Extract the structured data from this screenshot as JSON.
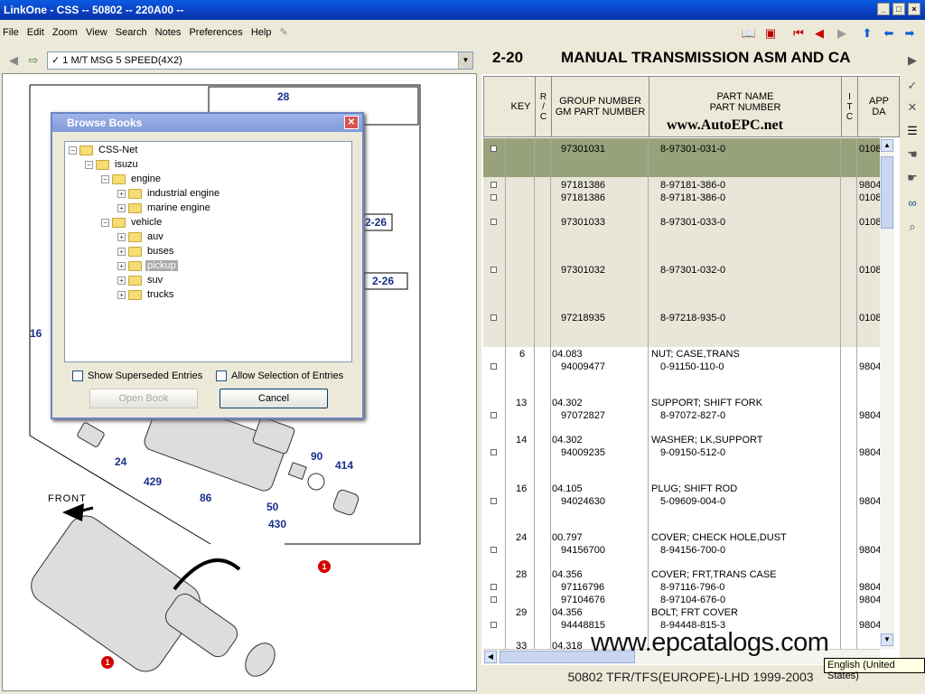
{
  "window": {
    "title": "LinkOne - CSS -- 50802 -- 220A00 --"
  },
  "menu": [
    "File",
    "Edit",
    "Zoom",
    "View",
    "Search",
    "Notes",
    "Preferences",
    "Help"
  ],
  "combo": {
    "value": "✓ 1 M/T MSG 5 SPEED(4X2)"
  },
  "section": {
    "number": "2-20",
    "title": "MANUAL TRANSMISSION ASM AND CA"
  },
  "columns": {
    "key": "KEY",
    "rc": "R / C",
    "group": "GROUP NUMBER\nGM PART NUMBER",
    "part": "PART NAME\nPART NUMBER",
    "itc": "I T C",
    "app": "APP\nDA"
  },
  "watermark_top": "www.AutoEPC.net",
  "rows": [
    {
      "key": "",
      "group": "",
      "gm": "97301031",
      "name": "",
      "num": "8-97301-031-0",
      "app": "0108"
    },
    {
      "key": "",
      "group": "",
      "gm": "97181386",
      "name": "",
      "num": "8-97181-386-0",
      "app": "9804"
    },
    {
      "key": "",
      "group": "",
      "gm": "97181386",
      "name": "",
      "num": "8-97181-386-0",
      "app": "0108"
    },
    {
      "key": "",
      "group": "",
      "gm": "97301033",
      "name": "",
      "num": "8-97301-033-0",
      "app": "0108"
    },
    {
      "key": "",
      "group": "",
      "gm": "97301032",
      "name": "",
      "num": "8-97301-032-0",
      "app": "0108"
    },
    {
      "key": "",
      "group": "",
      "gm": "97218935",
      "name": "",
      "num": "8-97218-935-0",
      "app": "0108"
    },
    {
      "key": "6",
      "group": "04.083",
      "gm": "94009477",
      "name": "NUT; CASE,TRANS",
      "num": "0-91150-110-0",
      "app": "9804"
    },
    {
      "key": "13",
      "group": "04.302",
      "gm": "97072827",
      "name": "SUPPORT; SHIFT FORK",
      "num": "8-97072-827-0",
      "app": "9804"
    },
    {
      "key": "14",
      "group": "04.302",
      "gm": "94009235",
      "name": "WASHER; LK,SUPPORT",
      "num": "9-09150-512-0",
      "app": "9804"
    },
    {
      "key": "16",
      "group": "04.105",
      "gm": "94024630",
      "name": "PLUG; SHIFT ROD",
      "num": "5-09609-004-0",
      "app": "9804"
    },
    {
      "key": "24",
      "group": "00.797",
      "gm": "94156700",
      "name": "COVER; CHECK HOLE,DUST",
      "num": "8-94156-700-0",
      "app": "9804"
    },
    {
      "key": "28",
      "group": "04.356",
      "gm": "97116796",
      "name": "COVER; FRT,TRANS CASE",
      "num": "8-97116-796-0",
      "app": "9804"
    },
    {
      "key": "",
      "group": "",
      "gm": "97104676",
      "name": "",
      "num": "8-97104-676-0",
      "app": "9804"
    },
    {
      "key": "29",
      "group": "04.356",
      "gm": "94448815",
      "name": "BOLT; FRT COVER",
      "num": "8-94448-815-3",
      "app": "9804"
    },
    {
      "key": "33",
      "group": "04.318",
      "gm": "",
      "name": "",
      "num": "",
      "app": ""
    }
  ],
  "footer": "50802 TFR/TFS(EUROPE)-LHD 1999-2003",
  "watermark_bottom": "www.epcatalogs.com",
  "tooltip": "English (United States)",
  "dialog": {
    "title": "Browse Books",
    "tree": [
      {
        "label": "CSS-Net",
        "level": 0,
        "pm": "−"
      },
      {
        "label": "isuzu",
        "level": 1,
        "pm": "−"
      },
      {
        "label": "engine",
        "level": 2,
        "pm": "−"
      },
      {
        "label": "industrial engine",
        "level": 3,
        "pm": "+"
      },
      {
        "label": "marine engine",
        "level": 3,
        "pm": "+"
      },
      {
        "label": "vehicle",
        "level": 2,
        "pm": "−"
      },
      {
        "label": "auv",
        "level": 3,
        "pm": "+"
      },
      {
        "label": "buses",
        "level": 3,
        "pm": "+"
      },
      {
        "label": "pickup",
        "level": 3,
        "pm": "+",
        "selected": true
      },
      {
        "label": "suv",
        "level": 3,
        "pm": "+"
      },
      {
        "label": "trucks",
        "level": 3,
        "pm": "+"
      }
    ],
    "show_superseded": "Show Superseded Entries",
    "allow_selection": "Allow Selection of Entries",
    "open_label": "Open Book",
    "cancel_label": "Cancel"
  },
  "callouts": [
    "28",
    "2-26",
    "2-26",
    "16",
    "24",
    "429",
    "86",
    "50",
    "430",
    "90",
    "414",
    "FRONT"
  ]
}
